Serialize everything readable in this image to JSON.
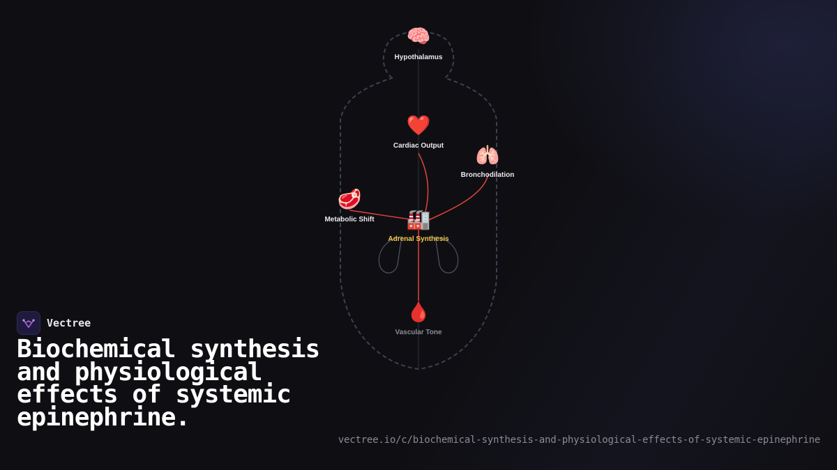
{
  "brand": {
    "name": "Vectree"
  },
  "title": "Biochemical synthesis and physiological effects of systemic epinephrine.",
  "url": "vectree.io/c/biochemical-synthesis-and-physiological-effects-of-systemic-epinephrine",
  "colors": {
    "background": "#0f0f13",
    "outline": "#3a4150",
    "edge": "#e0443a",
    "label": "#e9e9ee",
    "highlight_label": "#f2c94c",
    "muted_label": "#8b8b93",
    "logo_accent": "#a05bd6"
  },
  "diagram": {
    "nodes": [
      {
        "id": "hypothalamus",
        "label": "Hypothalamus",
        "icon": "🧠",
        "icon_name": "brain-icon"
      },
      {
        "id": "cardiac",
        "label": "Cardiac Output",
        "icon": "❤️",
        "icon_name": "heart-icon"
      },
      {
        "id": "broncho",
        "label": "Bronchodilation",
        "icon": "🫁",
        "icon_name": "lungs-icon"
      },
      {
        "id": "metabolic",
        "label": "Metabolic Shift",
        "icon": "🥩",
        "icon_name": "meat-icon"
      },
      {
        "id": "adrenal",
        "label": "Adrenal Synthesis",
        "icon": "🏭",
        "icon_name": "factory-icon"
      },
      {
        "id": "vascular",
        "label": "Vascular Tone",
        "icon": "🩸",
        "icon_name": "blood-drop-icon"
      }
    ],
    "edges": [
      {
        "from": "adrenal",
        "to": "cardiac"
      },
      {
        "from": "adrenal",
        "to": "broncho"
      },
      {
        "from": "adrenal",
        "to": "metabolic"
      },
      {
        "from": "adrenal",
        "to": "vascular"
      }
    ]
  }
}
